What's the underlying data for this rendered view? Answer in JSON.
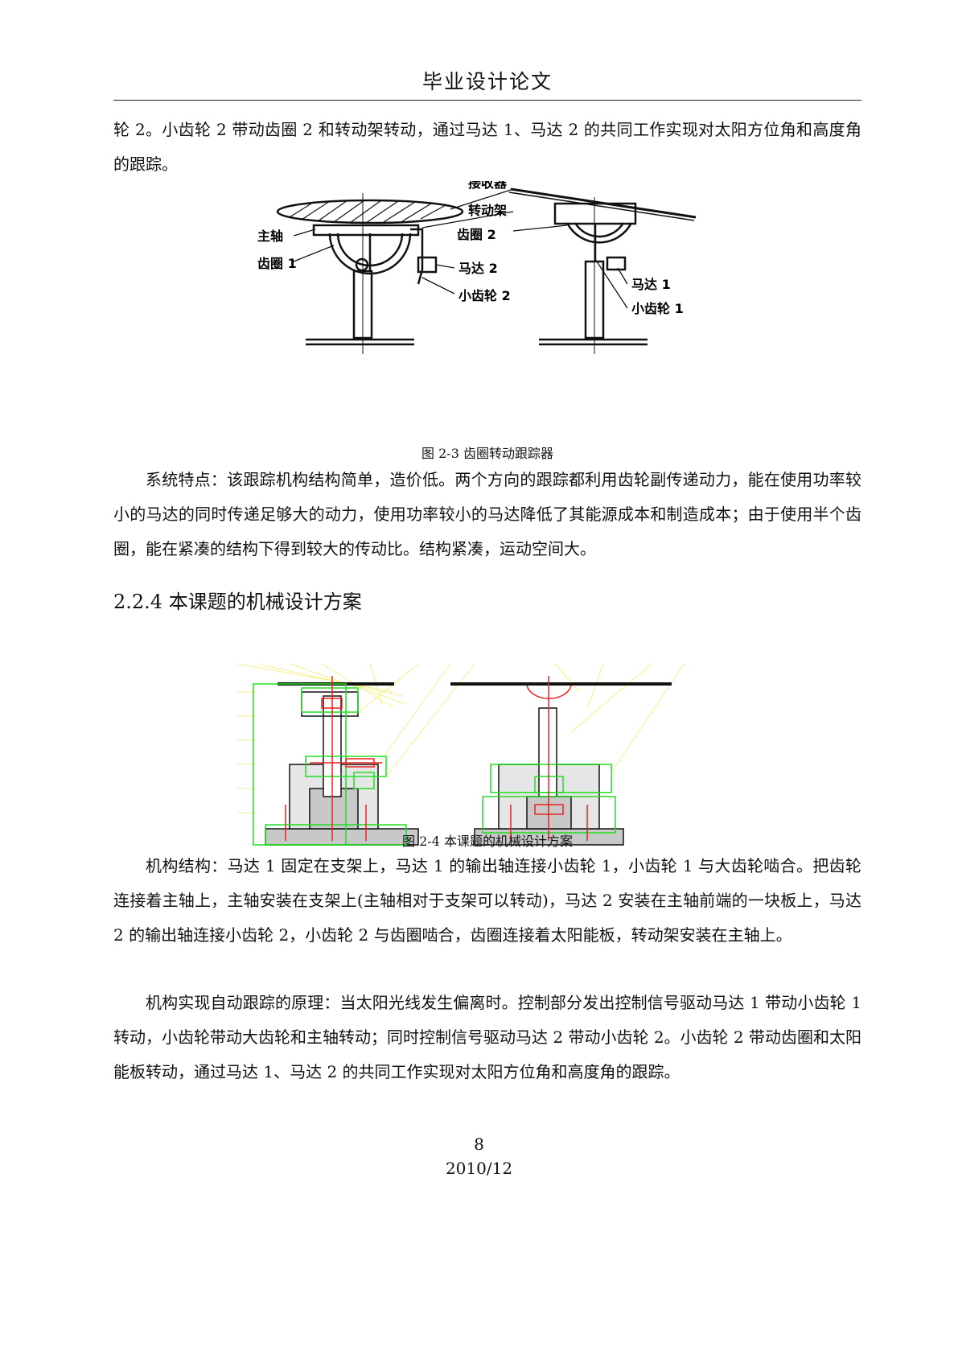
{
  "header": {
    "title": "毕业设计论文"
  },
  "paragraphs": {
    "p0": "轮 2。小齿轮 2 带动齿圈 2 和转动架转动，通过马达 1、马达 2 的共同工作实现对太阳方位角和高度角的跟踪。",
    "p1": "系统特点：该跟踪机构结构简单，造价低。两个方向的跟踪都利用齿轮副传递动力，能在使用功率较小的马达的同时传递足够大的动力，使用功率较小的马达降低了其能源成本和制造成本；由于使用半个齿圈，能在紧凑的结构下得到较大的传动比。结构紧凑，运动空间大。",
    "p2": "机构结构：马达 1 固定在支架上，马达 1 的输出轴连接小齿轮 1，小齿轮 1 与大齿轮啮合。把齿轮连接着主轴上，主轴安装在支架上(主轴相对于支架可以转动)，马达 2 安装在主轴前端的一块板上，马达 2 的输出轴连接小齿轮 2，小齿轮 2 与齿圈啮合，齿圈连接着太阳能板，转动架安装在主轴上。",
    "p3": "机构实现自动跟踪的原理：当太阳光线发生偏离时。控制部分发出控制信号驱动马达 1 带动小齿轮 1 转动，小齿轮带动大齿轮和主轴转动；同时控制信号驱动马达 2 带动小齿轮 2。小齿轮 2 带动齿圈和太阳能板转动，通过马达 1、马达 2 的共同工作实现对太阳方位角和高度角的跟踪。"
  },
  "section": {
    "heading": "2.2.4 本课题的机械设计方案"
  },
  "figure1": {
    "caption": "图 2-3 齿圈转动跟踪器",
    "labels": {
      "receiver": "接收器",
      "frame": "转动架",
      "ring2": "齿圈 2",
      "shaft": "主轴",
      "ring1": "齿圈 1",
      "motor2": "马达 2",
      "pinion2": "小齿轮 2",
      "motor1": "马达 1",
      "pinion1": "小齿轮 1"
    }
  },
  "figure2": {
    "caption": "图 2-4 本课题的机械设计方案"
  },
  "footer": {
    "page": "8",
    "date": "2010/12"
  },
  "colors": {
    "cad_green": "#22dd22",
    "cad_red": "#ee2222",
    "cad_yellow": "#f2f28a",
    "cad_gray": "#c8c8c8"
  }
}
